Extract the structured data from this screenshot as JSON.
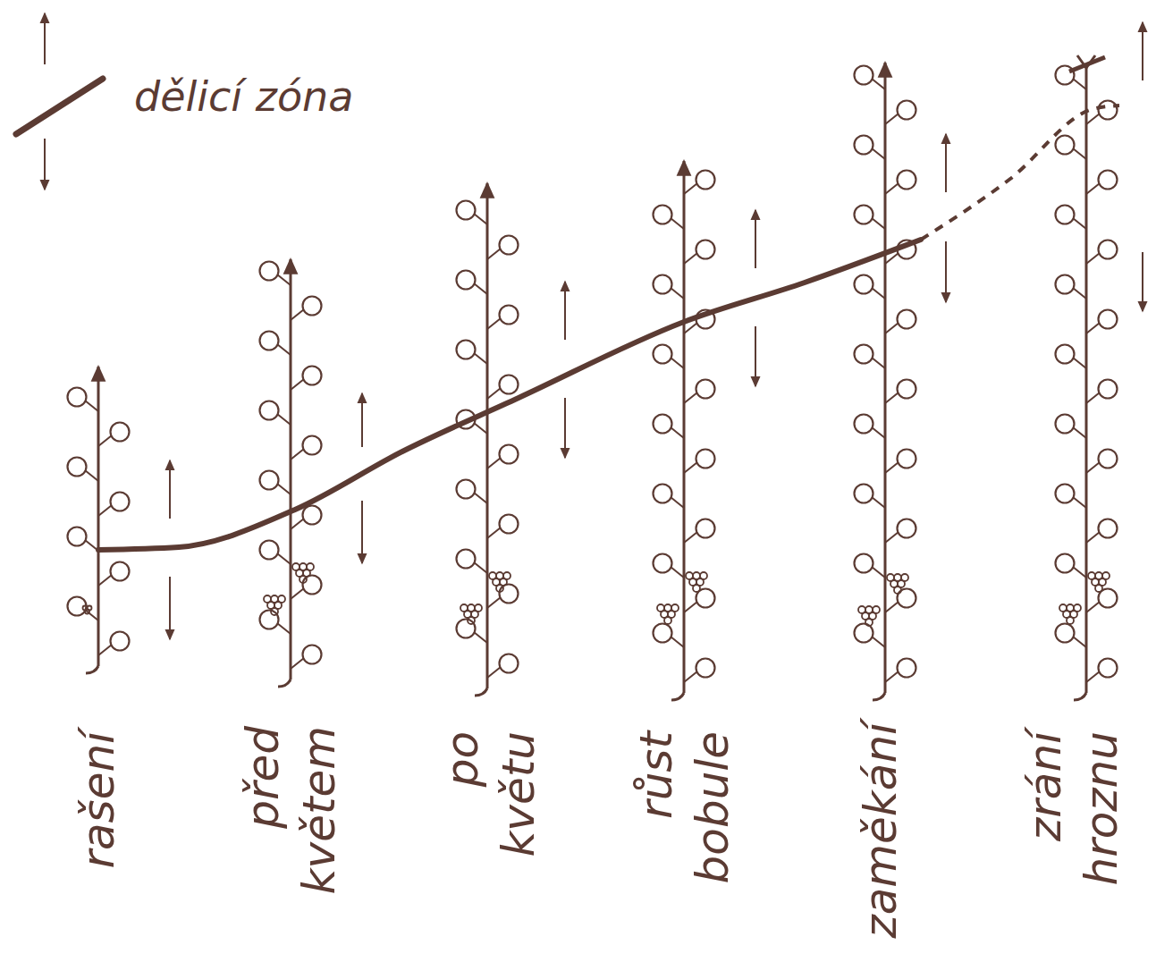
{
  "diagram": {
    "labels": [
      "rašení",
      "před květem",
      "po květu",
      "růst bobule",
      "zaměkání",
      "zrání hroznu"
    ],
    "legend": [
      {
        "text": "dělicí zóna"
      }
    ]
  }
}
